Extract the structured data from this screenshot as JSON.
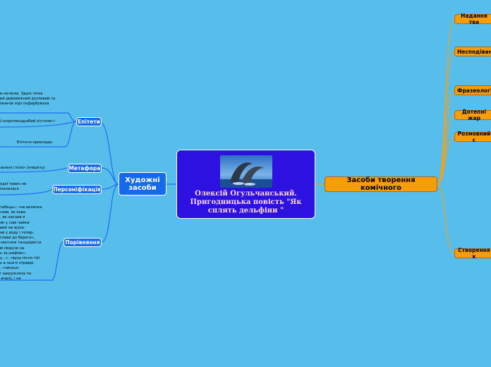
{
  "central": {
    "title": "Олексій Огульчанський. Пригодницька повість  \"Як сплять дельфіни \""
  },
  "left_main": {
    "label": "Художні засоби"
  },
  "right_main": {
    "label": "Засоби творення комічного"
  },
  "left_branches": [
    {
      "label": "Епітети"
    },
    {
      "label": "Метафора"
    },
    {
      "label": "Персоніфікація"
    },
    {
      "label": "Порівняння"
    }
  ],
  "right_branches": [
    {
      "label": "Надання тва"
    },
    {
      "label": "Несподівані"
    },
    {
      "label": "Фразеологіз"
    },
    {
      "label": "Дотепні жар"
    },
    {
      "label": "Розмовний с"
    },
    {
      "label": "Створення к"
    }
  ],
  "notes": {
    "epithets_text": [
      " в ночівлю. Здалі чіпке",
      "ий дивовижний рухливий та",
      "івничів зорі пофарбувала"
    ],
    "epithets_item": "(«коротекодьобий пістолет»",
    "epithets_examples": "Епітети-приклади:",
    "metaphor_item": "зелені стіни» (очерету)",
    "personification": [
      "одої човен не",
      "ікачилася"
    ],
    "comparison": [
      "тебець»; «не величка",
      "сяяв, як кова",
      ", як наснив в",
      " як у сиві чайки-",
      "вий на жука-",
      "ав у воду і тепер,",
      "слави до берега»,",
      "«вогняні танцюристи",
      "ві медузи на",
      "ь за шафою»,",
      "у...», «вуха після тієї",
      "ь в нього справді",
      ", «лисиця",
      "і закружляла по",
      "-вчил), і не"
    ]
  },
  "colors": {
    "background": "#57bdea",
    "branch": "#1569ea",
    "accent": "#f69d0c",
    "center": "#2c11e0"
  },
  "image": {
    "alt": "dolphin-photo"
  }
}
